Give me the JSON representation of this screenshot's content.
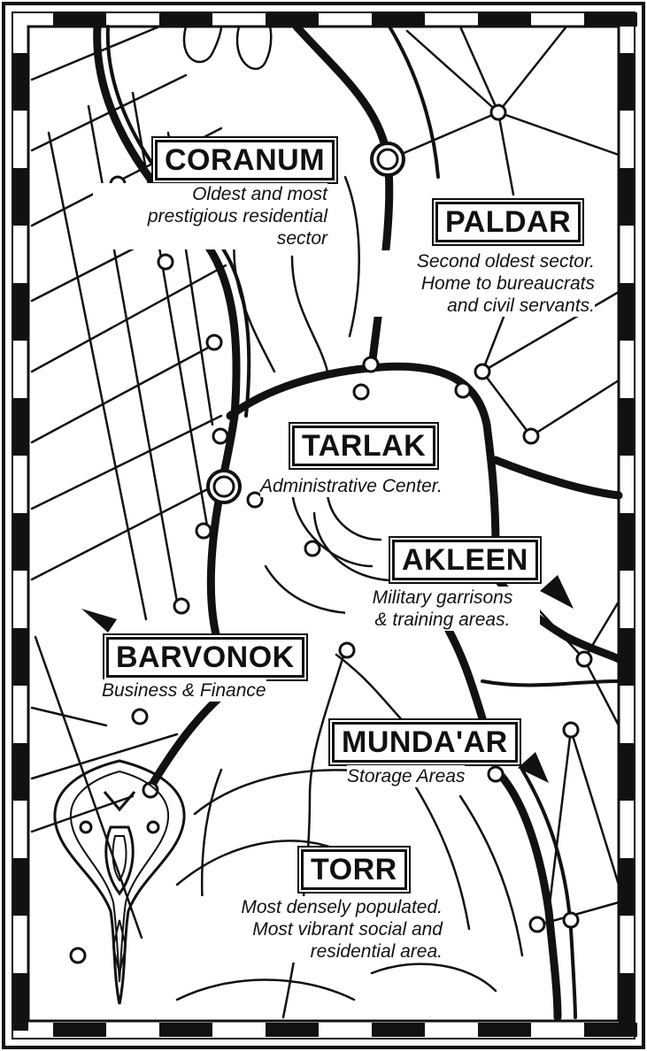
{
  "sectors": {
    "coranum": {
      "name": "CORANUM",
      "desc": [
        "Oldest and most",
        "prestigious residential",
        "sector"
      ]
    },
    "paldar": {
      "name": "PALDAR",
      "desc": [
        "Second oldest sector.",
        "Home to bureaucrats",
        "and civil servants."
      ]
    },
    "tarlak": {
      "name": "TARLAK",
      "desc": [
        "Administrative Center."
      ]
    },
    "akleen": {
      "name": "AKLEEN",
      "desc": [
        "Military garrisons",
        "& training areas."
      ]
    },
    "barvonok": {
      "name": "BARVONOK",
      "desc": [
        "Business & Finance"
      ]
    },
    "mundaar": {
      "name": "MUNDA'AR",
      "desc": [
        "Storage Areas"
      ]
    },
    "torr": {
      "name": "TORR",
      "desc": [
        "Most densely populated.",
        "Most vibrant social and",
        "residential area."
      ]
    }
  },
  "colors": {
    "ink": "#111111",
    "paper": "#ffffff"
  },
  "icons": {
    "emblem": "city-emblem-icon"
  }
}
